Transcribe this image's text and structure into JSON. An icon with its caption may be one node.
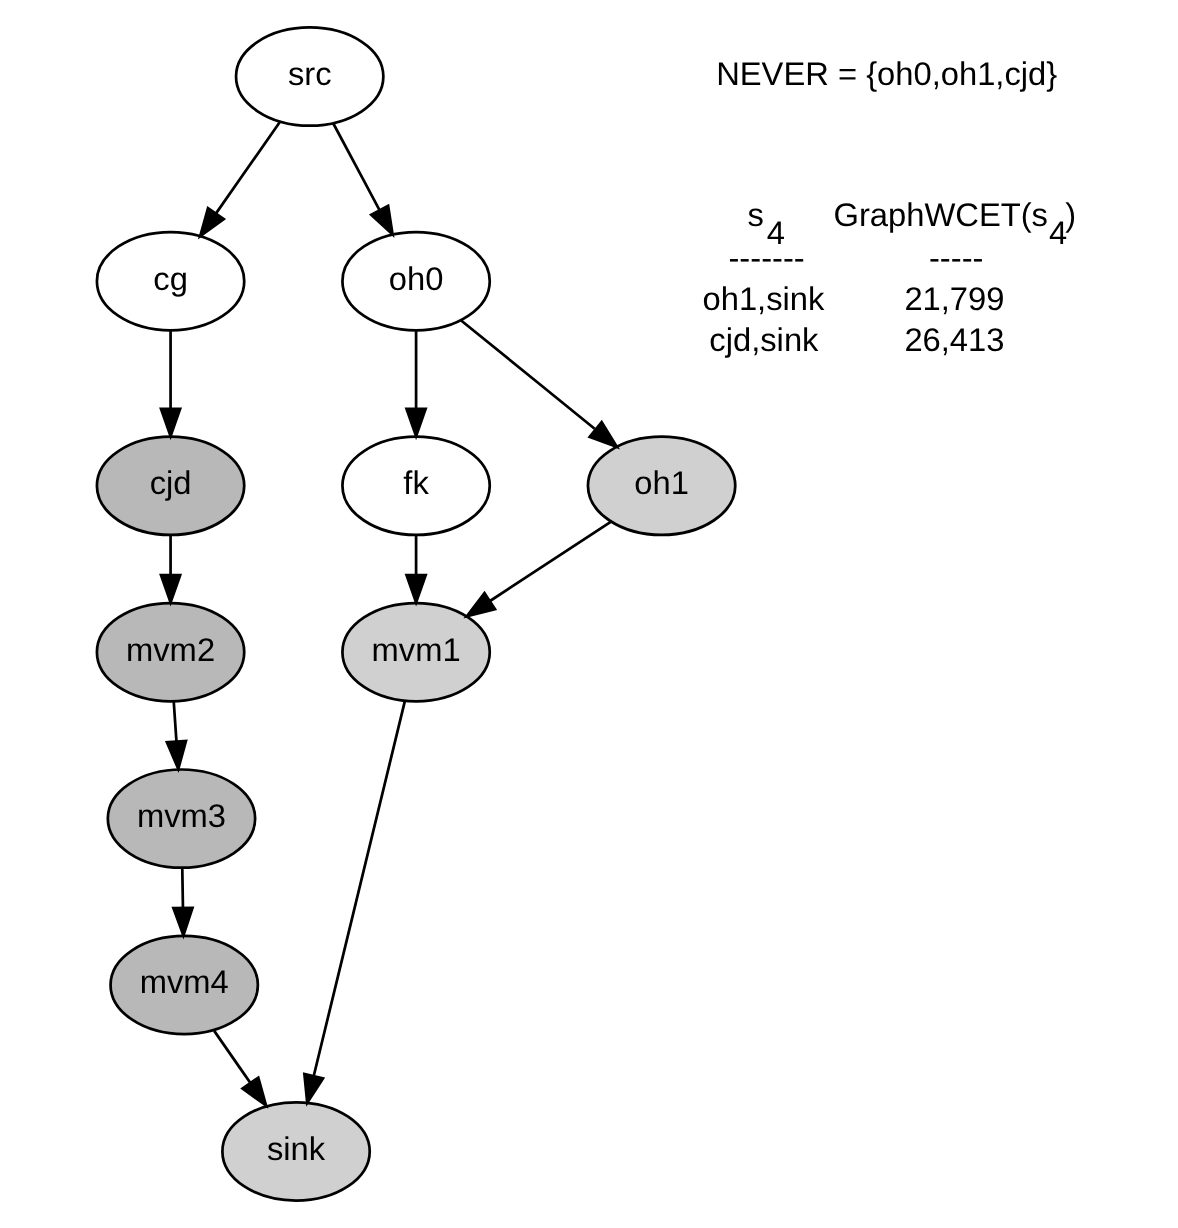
{
  "diagram": {
    "nodes": [
      {
        "text": [
          "src"
        ]
      },
      {
        "text": [
          "cg"
        ]
      },
      {
        "text": [
          "oh0"
        ]
      },
      {
        "text": [
          "cjd"
        ]
      },
      {
        "text": [
          "fk"
        ]
      },
      {
        "text": [
          "oh1"
        ]
      },
      {
        "text": [
          "mvm2"
        ]
      },
      {
        "text": [
          "mvm1"
        ]
      },
      {
        "text": [
          "mvm3"
        ]
      },
      {
        "text": [
          "mvm4"
        ]
      },
      {
        "text": [
          "sink"
        ]
      }
    ],
    "edges": [
      {
        "from": 0,
        "to": 2,
        "arrow": "to"
      },
      {
        "from": 0,
        "to": 1,
        "arrow": "to"
      },
      {
        "from": 1,
        "to": 3,
        "arrow": "to"
      },
      {
        "from": 2,
        "to": 4,
        "arrow": "to"
      },
      {
        "from": 2,
        "to": 5,
        "arrow": "to"
      },
      {
        "from": 4,
        "to": 7,
        "arrow": "to"
      },
      {
        "from": 5,
        "to": 7,
        "arrow": "to"
      },
      {
        "from": 7,
        "to": 10,
        "arrow": "to"
      },
      {
        "from": 3,
        "to": 6,
        "arrow": "to"
      },
      {
        "from": 6,
        "to": 8,
        "arrow": "to"
      },
      {
        "from": 8,
        "to": 9,
        "arrow": "to"
      },
      {
        "from": 9,
        "to": 10,
        "arrow": "to"
      }
    ],
    "labels": [
      "NEVER = {oh0,oh1,cjd}",
      "s$_{4}$",
      "GraphWCET(s$_{4}$)",
      "-------",
      "-----",
      "oh1,sink",
      "21,799",
      "cjd,sink",
      "26,413"
    ]
  }
}
